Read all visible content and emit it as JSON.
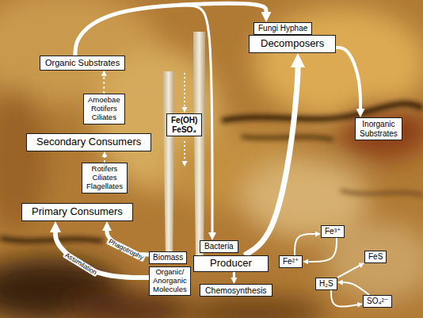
{
  "diagram": {
    "nodes": [
      {
        "text": [
          "Organic Substrates"
        ]
      },
      {
        "text": [
          "Fungi Hyphae"
        ]
      },
      {
        "text": [
          "Decomposers"
        ]
      },
      {
        "text": [
          "Amoebae Rotifers Ciliates"
        ]
      },
      {
        "text": [
          "Secondary Consumers"
        ]
      },
      {
        "text": [
          "Fe(OH)",
          "FeSO₄"
        ]
      },
      {
        "text": [
          "Inorganic Substrates"
        ]
      },
      {
        "text": [
          "Rotifers Ciliates Flagellates"
        ]
      },
      {
        "text": [
          "Primary Consumers"
        ]
      },
      {
        "text": [
          "Fe³⁺"
        ]
      },
      {
        "text": [
          "Biomass"
        ]
      },
      {
        "text": [
          "Bacteria"
        ]
      },
      {
        "text": [
          "Fe²⁺"
        ]
      },
      {
        "text": [
          "Producer"
        ]
      },
      {
        "text": [
          "FeS"
        ]
      },
      {
        "text": [
          "Organic/ Anorganic Molecules"
        ]
      },
      {
        "text": [
          "H₂S"
        ]
      },
      {
        "text": [
          "SO₄²⁻"
        ]
      },
      {
        "text": [
          "Chemosynthesis"
        ]
      }
    ],
    "edges": [
      {
        "from": 0,
        "to": 1,
        "arrow": "to"
      },
      {
        "from": 0,
        "to": 11,
        "arrow": "to"
      },
      {
        "from": 13,
        "to": 2,
        "arrow": "to"
      },
      {
        "from": 13,
        "to": 18,
        "arrow": "to"
      },
      {
        "from": 15,
        "to": 8,
        "label": "Assimilation",
        "arrow": "to"
      },
      {
        "from": 10,
        "to": 8,
        "label": "Phagotrophy",
        "arrow": "to"
      },
      {
        "from": 7,
        "to": 4,
        "arrow": "to"
      },
      {
        "from": 3,
        "to": 0,
        "arrow": "to"
      },
      {
        "from": 2,
        "to": 6,
        "arrow": "to"
      },
      {
        "from": 12,
        "to": 9,
        "arrow": "to"
      },
      {
        "from": 9,
        "to": 12,
        "arrow": "to"
      },
      {
        "from": 16,
        "to": 14,
        "arrow": "to"
      },
      {
        "from": 16,
        "to": 17,
        "arrow": "to"
      },
      {
        "from": 17,
        "to": 16,
        "arrow": "to"
      }
    ]
  }
}
